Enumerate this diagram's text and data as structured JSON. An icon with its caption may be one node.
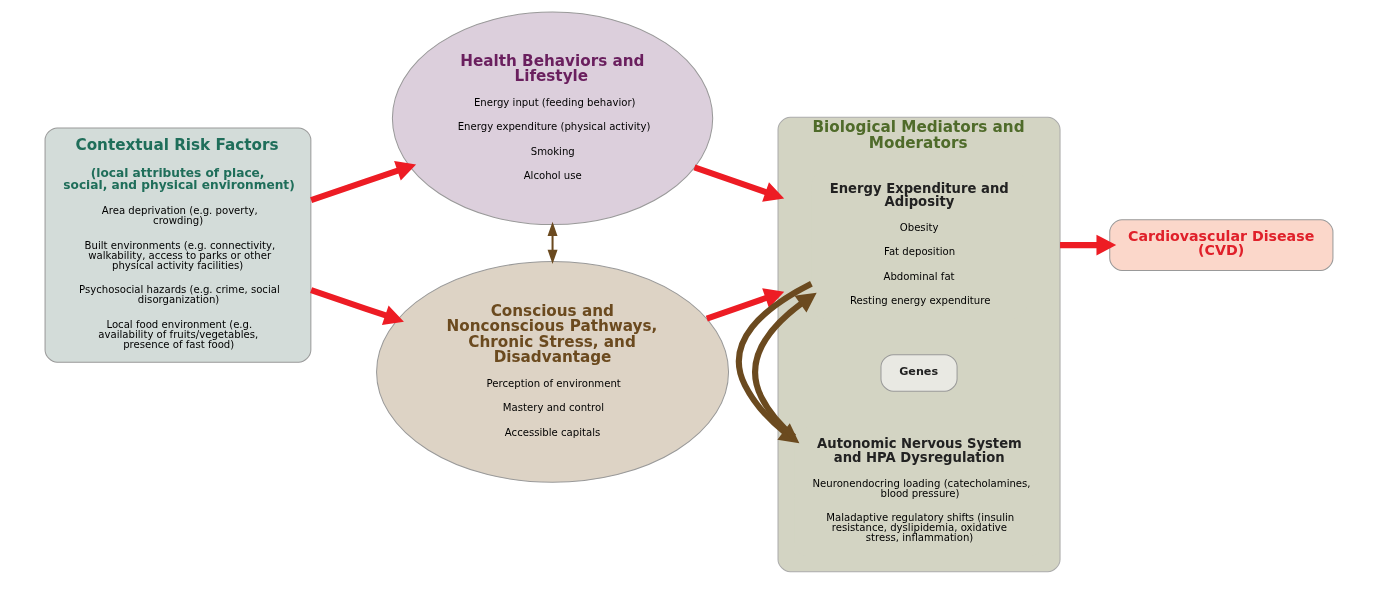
{
  "diagram": {
    "nodes": [
      {
        "text": [
          "Contextual Risk Factors",
          "(local attributes of place, social, and physical environment)",
          "Area deprivation (e.g. poverty, crowding)",
          "Built environments (e.g. connectivity, walkability, access to parks or other physical activity facilities)",
          "Psychosocial hazards (e.g. crime, social disorganization)",
          "Local food environment (e.g. availability of fruits/vegetables, presence of fast food)"
        ]
      },
      {
        "text": [
          "Health Behaviors and Lifestyle",
          "Energy input (feeding behavior)",
          "Energy expenditure (physical activity)",
          "Smoking",
          "Alcohol use"
        ]
      },
      {
        "text": [
          "Conscious and Nonconscious Pathways, Chronic Stress, and Disadvantage",
          "Perception of environment",
          "Mastery and control",
          "Accessible capitals"
        ]
      },
      {
        "text": [
          "Biological Mediators and Moderators"
        ]
      },
      {
        "text": [
          "Energy Expenditure and Adiposity",
          "Obesity",
          "Fat deposition",
          "Abdominal fat",
          "Resting energy expenditure"
        ],
        "in": 3
      },
      {
        "text": [
          "Genes"
        ],
        "in": 3
      },
      {
        "text": [
          "Autonomic Nervous System and HPA Dysregulation",
          "Neuronendocring loading (catecholamines, blood pressure)",
          "Maladaptive regulatory shifts (insulin resistance, dyslipidemia, oxidative stress, inflammation)"
        ],
        "in": 3
      },
      {
        "text": [
          "Cardiovascular Disease (CVD)"
        ]
      }
    ],
    "edges": [
      {
        "from": 0,
        "to": 1,
        "arrow": "to"
      },
      {
        "from": 0,
        "to": 2,
        "arrow": "to"
      },
      {
        "from": 1,
        "to": 2,
        "arrow": "both",
        "color": "#6b4a1f"
      },
      {
        "from": 1,
        "to": 3,
        "arrow": "to"
      },
      {
        "from": 2,
        "to": 3,
        "arrow": "to"
      },
      {
        "from": 6,
        "to": 4,
        "arrow": "to",
        "color": "#6b4a1f"
      },
      {
        "from": 4,
        "to": 6,
        "arrow": "to",
        "color": "#6b4a1f"
      },
      {
        "from": 3,
        "to": 7,
        "arrow": "to"
      }
    ]
  }
}
